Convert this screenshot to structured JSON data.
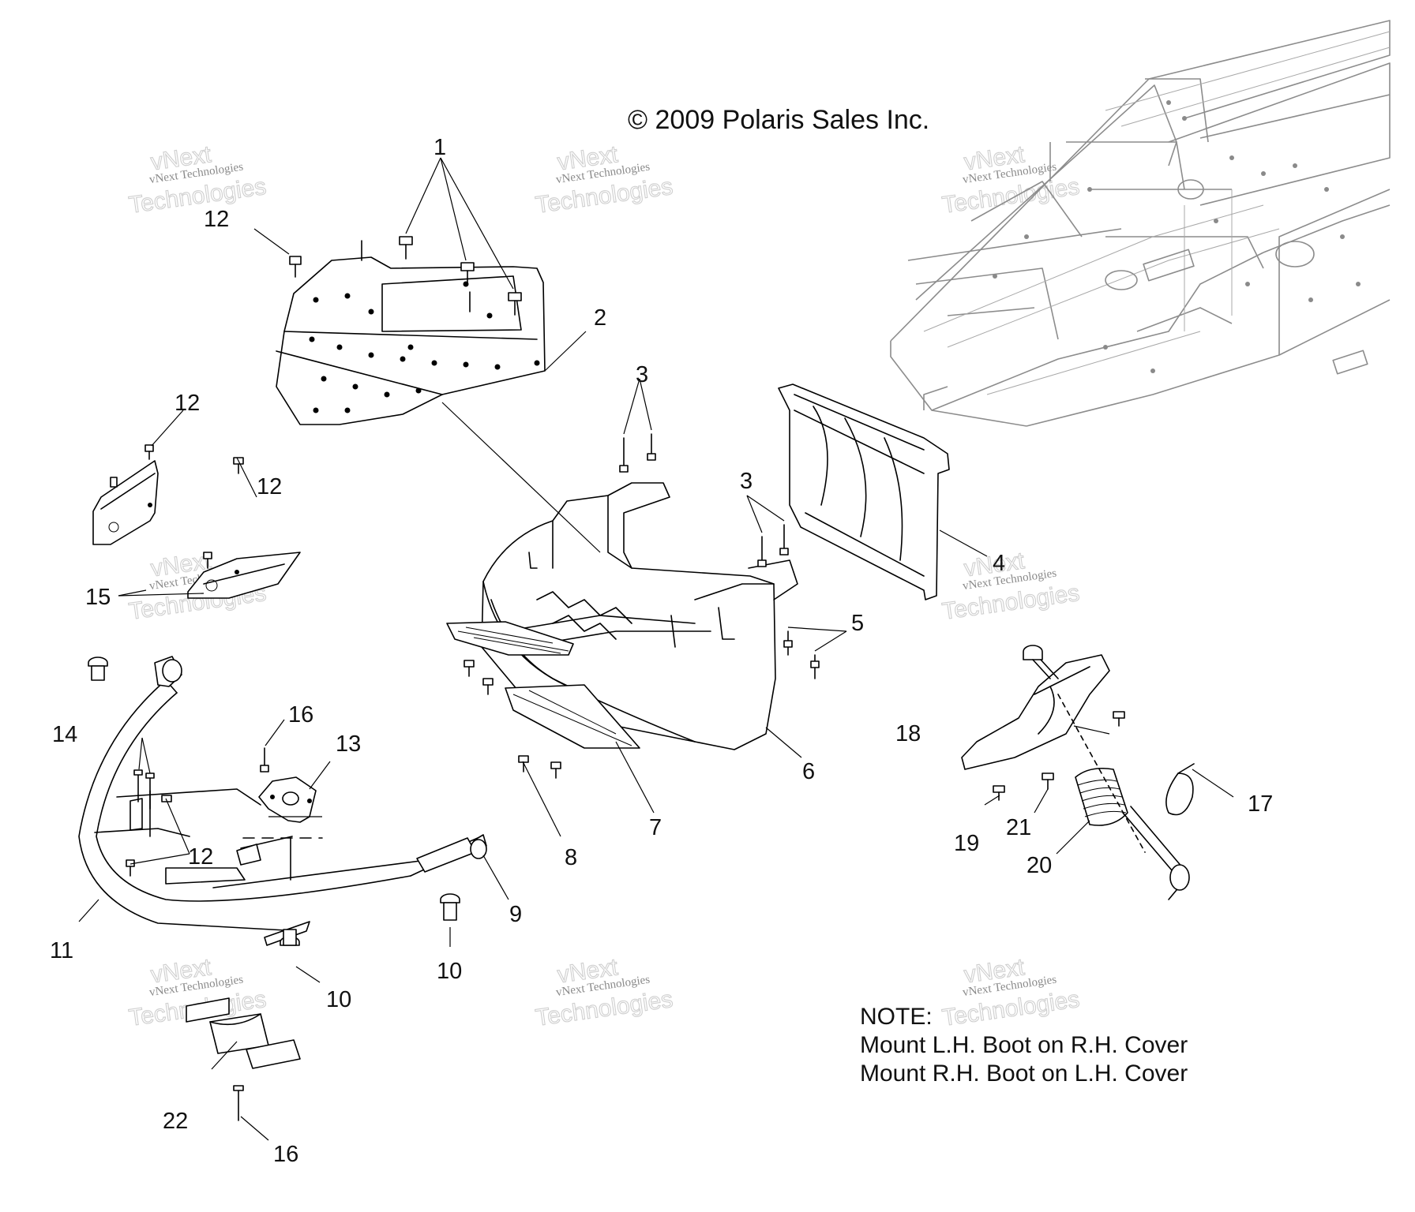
{
  "copyright": "© 2009 Polaris Sales Inc.",
  "note": {
    "heading": "NOTE:",
    "line1": "Mount L.H. Boot on R.H. Cover",
    "line2": "Mount R.H. Boot on L.H. Cover"
  },
  "watermark": {
    "brand": "vNext Technologies",
    "line1": "vNext",
    "line2": "Technologies"
  },
  "callouts": [
    "1",
    "2",
    "3",
    "3",
    "4",
    "5",
    "6",
    "7",
    "8",
    "9",
    "10",
    "10",
    "11",
    "12",
    "12",
    "12",
    "12",
    "13",
    "14",
    "15",
    "16",
    "16",
    "17",
    "18",
    "19",
    "20",
    "21",
    "22"
  ]
}
